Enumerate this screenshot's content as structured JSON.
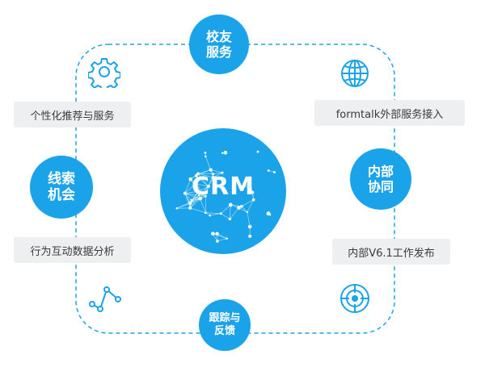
{
  "center": {
    "label": "CRM",
    "color": "#1aa3e8"
  },
  "nodes": {
    "top": {
      "line1": "校友",
      "line2": "服务"
    },
    "left": {
      "line1": "线索",
      "line2": "机会"
    },
    "right": {
      "line1": "内部",
      "line2": "协同"
    },
    "bottom": {
      "line1": "跟踪与",
      "line2": "反馈"
    }
  },
  "tags": {
    "personalized": "个性化推荐与服务",
    "formtalk": "formtalk外部服务接入",
    "behavior": "行为互动数据分析",
    "release": "内部V6.1工作发布"
  },
  "icons": [
    "gear-icon",
    "globe-icon",
    "line-chart-icon",
    "radar-icon"
  ],
  "colors": {
    "accent": "#1aa3e8",
    "tag_bg": "#eeeff1",
    "text": "#3a3a3a"
  }
}
